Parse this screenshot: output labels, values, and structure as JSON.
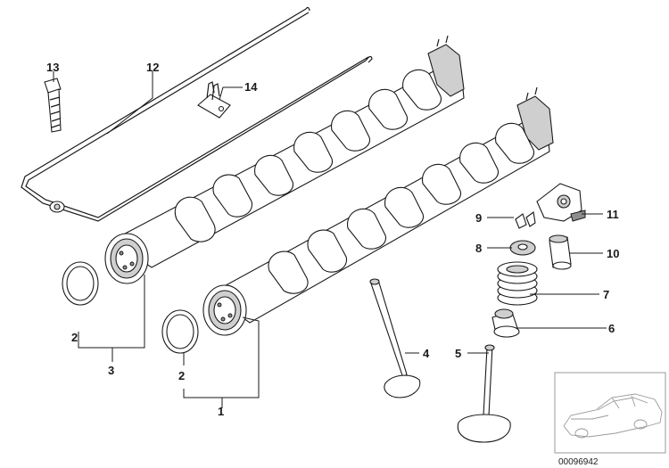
{
  "callouts": {
    "c1": "1",
    "c2a": "2",
    "c2b": "2",
    "c3": "3",
    "c4": "4",
    "c5": "5",
    "c6": "6",
    "c7": "7",
    "c8": "8",
    "c9": "9",
    "c10": "10",
    "c11": "11",
    "c12": "12",
    "c13": "13",
    "c14": "14"
  },
  "diagram_id": "00096942"
}
